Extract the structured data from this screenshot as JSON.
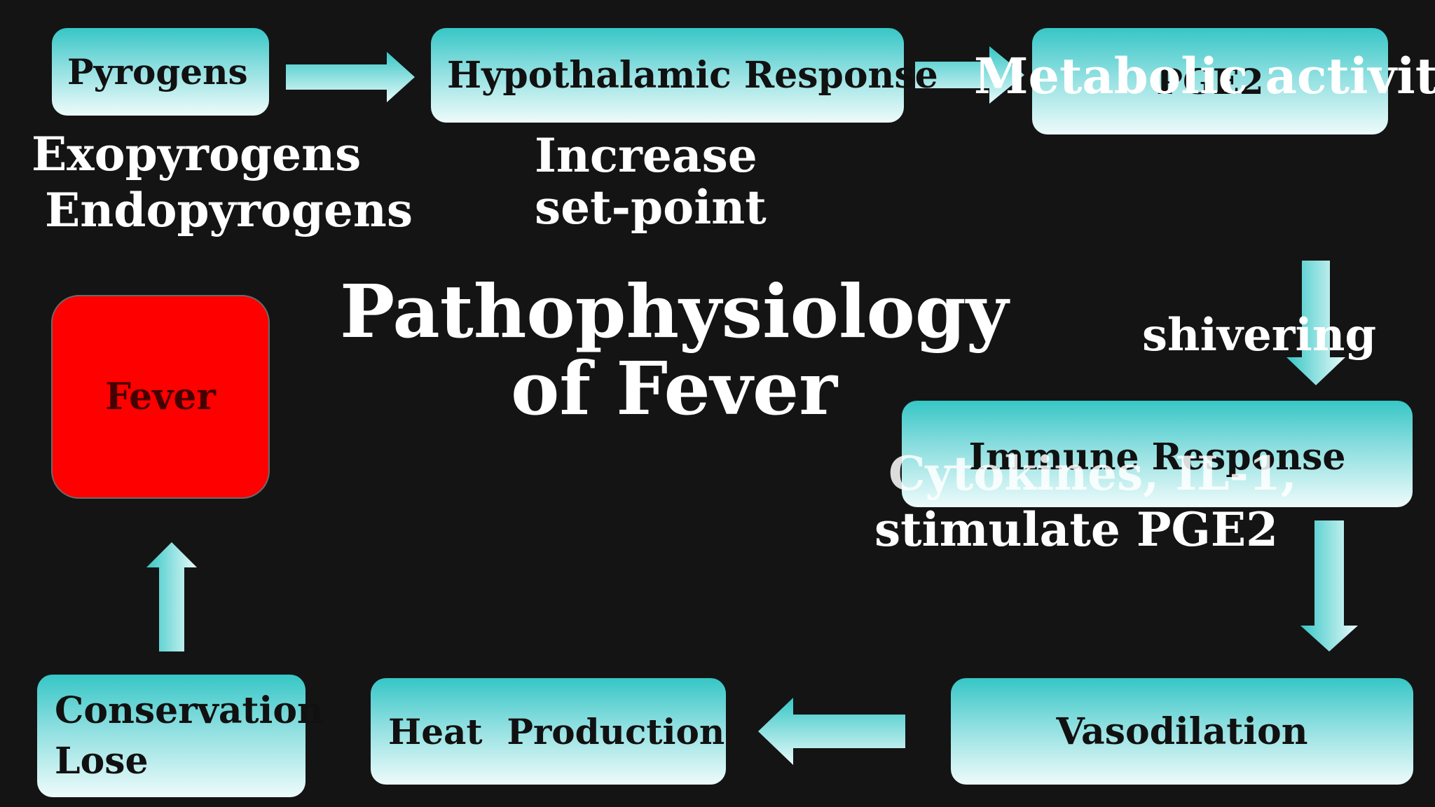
{
  "title": "Pathophysiology of Fever",
  "boxes": {
    "pyrogens": "Pyrogens",
    "hypothalamic": "Hypothalamic Response",
    "pge2": "PGE2",
    "immune": "Immune Response",
    "vasodilation": "Vasodilation",
    "heat": "Heat  Production",
    "conservation": "Conservation",
    "lose": "Lose",
    "fever": "Fever"
  },
  "labels": {
    "exopyrogens": "Exopyrogens",
    "endopyrogens": "Endopyrogens",
    "increase": "Increase",
    "setpoint": "set-point",
    "metabolic": "Metabolic activity",
    "shivering": "shivering",
    "cytokines": "Cytokines, IL-1,",
    "stimulate": "stimulate PGE2"
  },
  "colors": {
    "background": "#141414",
    "box_top": "#37c6c6",
    "box_bottom": "#eefbfb",
    "fever": "#ff0000"
  }
}
